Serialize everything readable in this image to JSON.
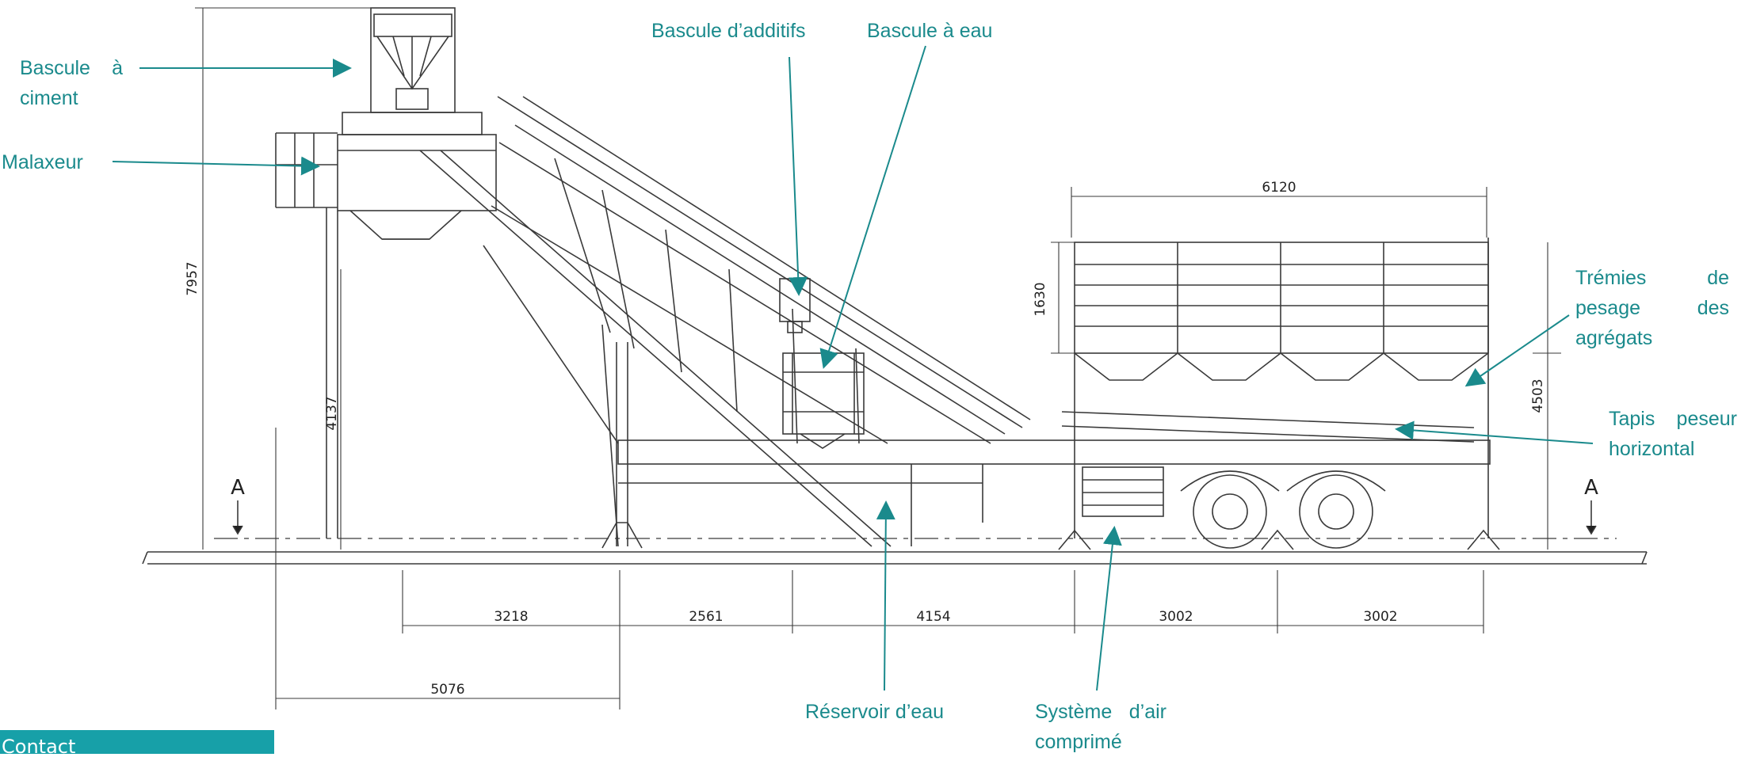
{
  "labels": {
    "bascule_ciment": [
      "Bascule",
      "à",
      "ciment"
    ],
    "malaxeur": "Malaxeur",
    "bascule_additifs": "Bascule d’additifs",
    "bascule_eau": "Bascule à eau",
    "tremies": [
      "Trémies",
      "de",
      "pesage",
      "des",
      "agrégats"
    ],
    "tapis": [
      "Tapis",
      "peseur",
      "horizontal"
    ],
    "reservoir": "Réservoir d’eau",
    "air": [
      "Système",
      "d’air",
      "comprimé"
    ]
  },
  "dimensions": {
    "overall_length": "6120",
    "hopper_height": "1630",
    "total_height": "7957",
    "mixer_height": "4137",
    "rear_height": "4503",
    "seg1": "3218",
    "seg2": "2561",
    "seg3": "4154",
    "seg4": "3002",
    "seg5": "3002",
    "mixer_offset": "5076"
  },
  "section_marks": {
    "left": "A",
    "right": "A"
  },
  "footer": {
    "contact": "Contact"
  },
  "colors": {
    "accent": "#1a8a8c",
    "footer_bg": "#17a0a8",
    "line": "#3a3a3a"
  }
}
